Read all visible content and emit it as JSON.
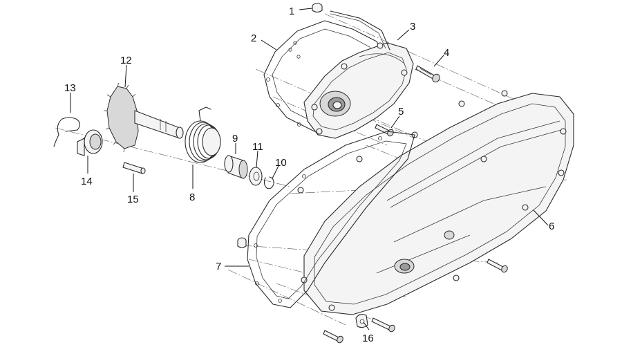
{
  "colors": {
    "background": "#ffffff",
    "line": "#2a2a2a",
    "shade_light": "#f4f4f4",
    "shade_mid": "#d8d8d8",
    "shade_dark": "#9a9a9a",
    "label": "#111111"
  },
  "callouts": [
    {
      "number": "1"
    },
    {
      "number": "2"
    },
    {
      "number": "3"
    },
    {
      "number": "4"
    },
    {
      "number": "5"
    },
    {
      "number": "6"
    },
    {
      "number": "7"
    },
    {
      "number": "8"
    },
    {
      "number": "9"
    },
    {
      "number": "10"
    },
    {
      "number": "11"
    },
    {
      "number": "12"
    },
    {
      "number": "13"
    },
    {
      "number": "14"
    },
    {
      "number": "15"
    },
    {
      "number": "16"
    }
  ]
}
